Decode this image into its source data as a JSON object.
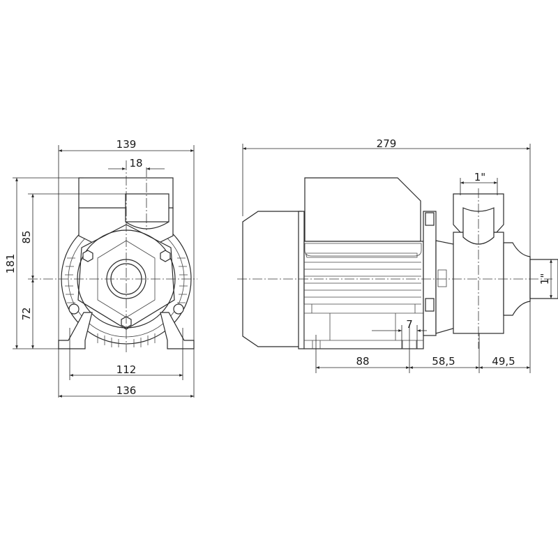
{
  "front_view": {
    "dims": {
      "overall_width": "139",
      "outlet_offset": "18",
      "overall_height": "181",
      "upper_height": "85",
      "shaft_height": "72",
      "foot_hole_spacing": "112",
      "foot_width": "136"
    }
  },
  "side_view": {
    "dims": {
      "overall_length": "279",
      "outlet_size": "1\"",
      "inlet_size": "1\"",
      "foot_slot": "7",
      "foot_to_foot": "88",
      "foot_to_outlet": "58,5",
      "outlet_to_inlet": "49,5"
    }
  }
}
